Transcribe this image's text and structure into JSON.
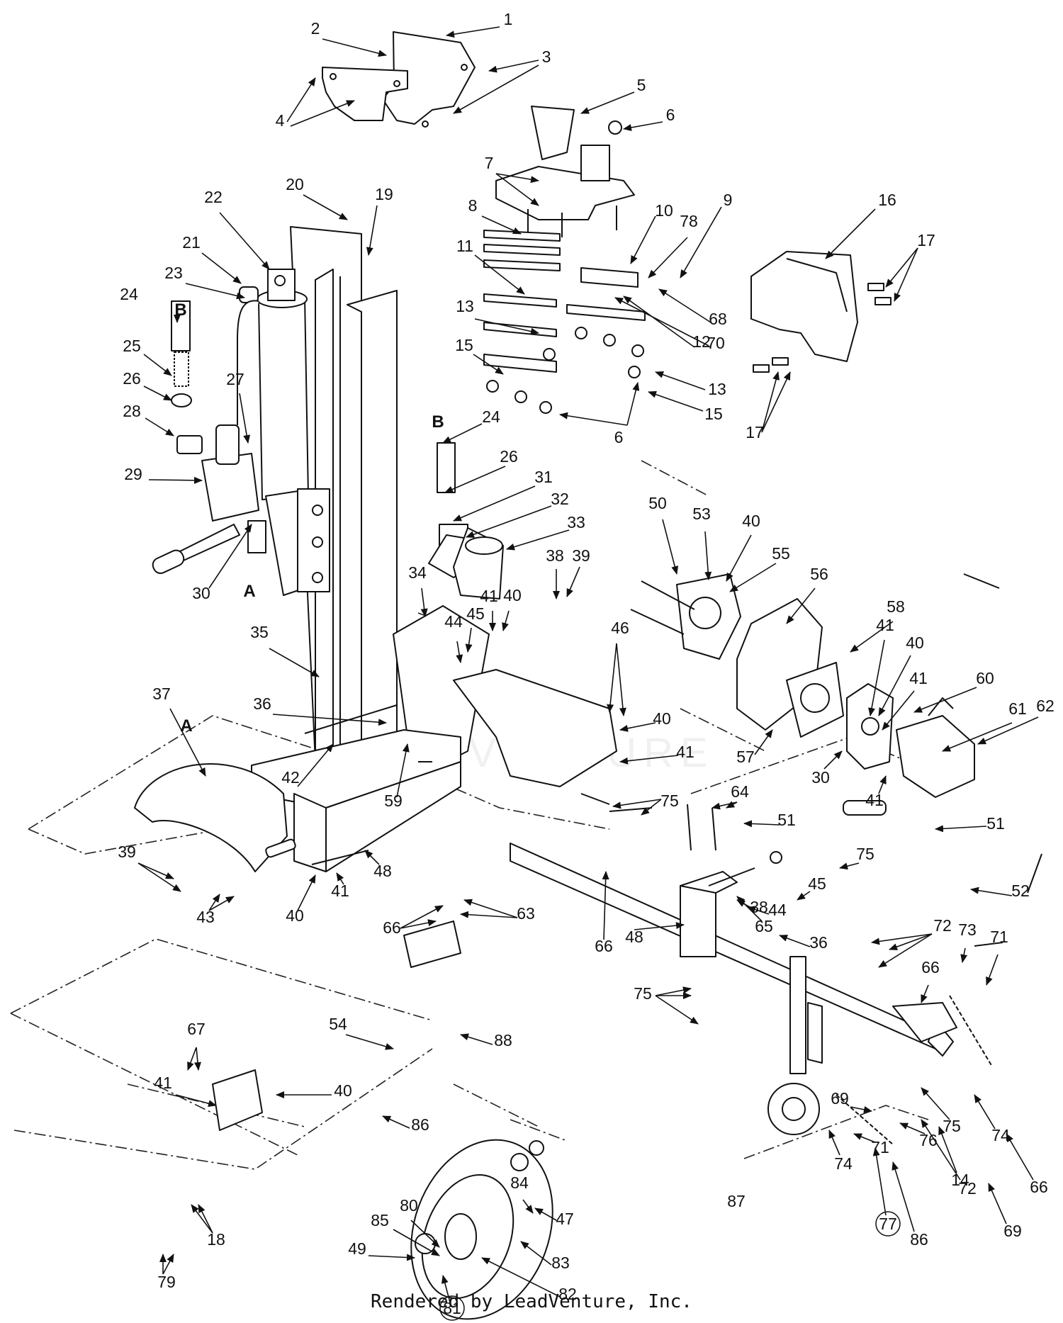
{
  "watermark": "LEADVENTURE",
  "footer": "Rendered by LeadVenture, Inc.",
  "callouts": [
    {
      "t": "1"
    },
    {
      "t": "2"
    },
    {
      "t": "3"
    },
    {
      "t": "4"
    },
    {
      "t": "5"
    },
    {
      "t": "6"
    },
    {
      "t": "7"
    },
    {
      "t": "8"
    },
    {
      "t": "9"
    },
    {
      "t": "10"
    },
    {
      "t": "78"
    },
    {
      "t": "11"
    },
    {
      "t": "13"
    },
    {
      "t": "15"
    },
    {
      "t": "12"
    },
    {
      "t": "70"
    },
    {
      "t": "68"
    },
    {
      "t": "13"
    },
    {
      "t": "15"
    },
    {
      "t": "6"
    },
    {
      "t": "16"
    },
    {
      "t": "17"
    },
    {
      "t": "17"
    },
    {
      "t": "20"
    },
    {
      "t": "19"
    },
    {
      "t": "22"
    },
    {
      "t": "21"
    },
    {
      "t": "23"
    },
    {
      "t": "24"
    },
    {
      "t": "25"
    },
    {
      "t": "26"
    },
    {
      "t": "27"
    },
    {
      "t": "28"
    },
    {
      "t": "29"
    },
    {
      "t": "30"
    },
    {
      "t": "24"
    },
    {
      "t": "26"
    },
    {
      "t": "31"
    },
    {
      "t": "32"
    },
    {
      "t": "33"
    },
    {
      "t": "38"
    },
    {
      "t": "39"
    },
    {
      "t": "34"
    },
    {
      "t": "41"
    },
    {
      "t": "40"
    },
    {
      "t": "45"
    },
    {
      "t": "44"
    },
    {
      "t": "35"
    },
    {
      "t": "46"
    },
    {
      "t": "36"
    },
    {
      "t": "40"
    },
    {
      "t": "41"
    },
    {
      "t": "37"
    },
    {
      "t": "42"
    },
    {
      "t": "59"
    },
    {
      "t": "50"
    },
    {
      "t": "53"
    },
    {
      "t": "40"
    },
    {
      "t": "55"
    },
    {
      "t": "56"
    },
    {
      "t": "58"
    },
    {
      "t": "41"
    },
    {
      "t": "40"
    },
    {
      "t": "41"
    },
    {
      "t": "60"
    },
    {
      "t": "61"
    },
    {
      "t": "62"
    },
    {
      "t": "57"
    },
    {
      "t": "30"
    },
    {
      "t": "41"
    },
    {
      "t": "75"
    },
    {
      "t": "64"
    },
    {
      "t": "51"
    },
    {
      "t": "51"
    },
    {
      "t": "75"
    },
    {
      "t": "52"
    },
    {
      "t": "45"
    },
    {
      "t": "44"
    },
    {
      "t": "36"
    },
    {
      "t": "65"
    },
    {
      "t": "38"
    },
    {
      "t": "39"
    },
    {
      "t": "43"
    },
    {
      "t": "40"
    },
    {
      "t": "41"
    },
    {
      "t": "48"
    },
    {
      "t": "66"
    },
    {
      "t": "63"
    },
    {
      "t": "66"
    },
    {
      "t": "48"
    },
    {
      "t": "75"
    },
    {
      "t": "72"
    },
    {
      "t": "73"
    },
    {
      "t": "71"
    },
    {
      "t": "66"
    },
    {
      "t": "75"
    },
    {
      "t": "74"
    },
    {
      "t": "71"
    },
    {
      "t": "66"
    },
    {
      "t": "69"
    },
    {
      "t": "14"
    },
    {
      "t": "76"
    },
    {
      "t": "69"
    },
    {
      "t": "72"
    },
    {
      "t": "74"
    },
    {
      "t": "77"
    },
    {
      "t": "86"
    },
    {
      "t": "87"
    },
    {
      "t": "54"
    },
    {
      "t": "88"
    },
    {
      "t": "86"
    },
    {
      "t": "67"
    },
    {
      "t": "41"
    },
    {
      "t": "40"
    },
    {
      "t": "79"
    },
    {
      "t": "18"
    },
    {
      "t": "84"
    },
    {
      "t": "80"
    },
    {
      "t": "85"
    },
    {
      "t": "47"
    },
    {
      "t": "49"
    },
    {
      "t": "83"
    },
    {
      "t": "82"
    },
    {
      "t": "81"
    }
  ],
  "port_marks": [
    {
      "t": "B"
    },
    {
      "t": "A"
    },
    {
      "t": "B"
    },
    {
      "t": "A"
    }
  ]
}
